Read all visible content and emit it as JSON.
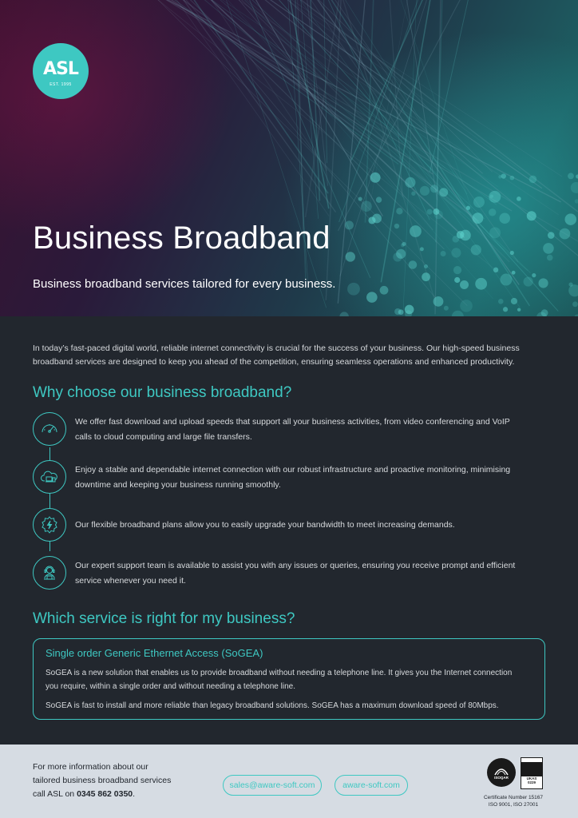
{
  "hero": {
    "logo_text": "ASL",
    "logo_est": "EST. 1995",
    "title": "Business Broadband",
    "subtitle": "Business broadband services tailored for every business."
  },
  "intro": "In today’s fast-paced digital world, reliable internet connectivity is crucial for the success of your business. Our high-speed business broadband services are designed to keep you ahead of the competition, ensuring seamless operations and enhanced productivity.",
  "why": {
    "heading": "Why choose our business broadband?",
    "features": [
      {
        "icon": "speedometer-icon",
        "text": "We offer fast download and upload speeds that support all your business activities, from video conferencing and VoIP calls to cloud computing and large file transfers."
      },
      {
        "icon": "cloud-devices-icon",
        "text": "Enjoy a stable and dependable internet connection with our robust infrastructure and proactive monitoring, minimising downtime and keeping your business running smoothly."
      },
      {
        "icon": "gear-lightning-icon",
        "text": "Our flexible broadband plans allow you to easily upgrade your bandwidth to meet increasing demands."
      },
      {
        "icon": "support-agent-icon",
        "text": "Our expert support team is available to assist you with any issues or queries, ensuring you receive prompt and efficient service whenever you need it."
      }
    ]
  },
  "which": {
    "heading": "Which service is right for my business?",
    "service": {
      "title": "Single order Generic Ethernet Access (SoGEA)",
      "p1": "SoGEA is a new solution that enables us to provide broadband without needing a telephone line. It gives you the Internet connection you require, within a single order and without needing a telephone line.",
      "p2": "SoGEA is fast to install and more reliable than legacy broadband solutions. SoGEA has a maximum download speed of 80Mbps."
    }
  },
  "footer": {
    "line1": "For more information about our",
    "line2": "tailored business broadband services",
    "line3_prefix": "call ASL on ",
    "phone": "0345 862 0350",
    "line3_suffix": ".",
    "email": "sales@aware-soft.com",
    "website": "aware-soft.com",
    "iso_badge": "ISOQAR",
    "ukas_badge": "UKAS",
    "ukas_number": "0229",
    "cert_line1": "Certificate Number 15167",
    "cert_line2": "ISO 9001, ISO 27001"
  },
  "colors": {
    "accent": "#3ec8c2",
    "background": "#22272e",
    "footer": "#d6dce3"
  }
}
